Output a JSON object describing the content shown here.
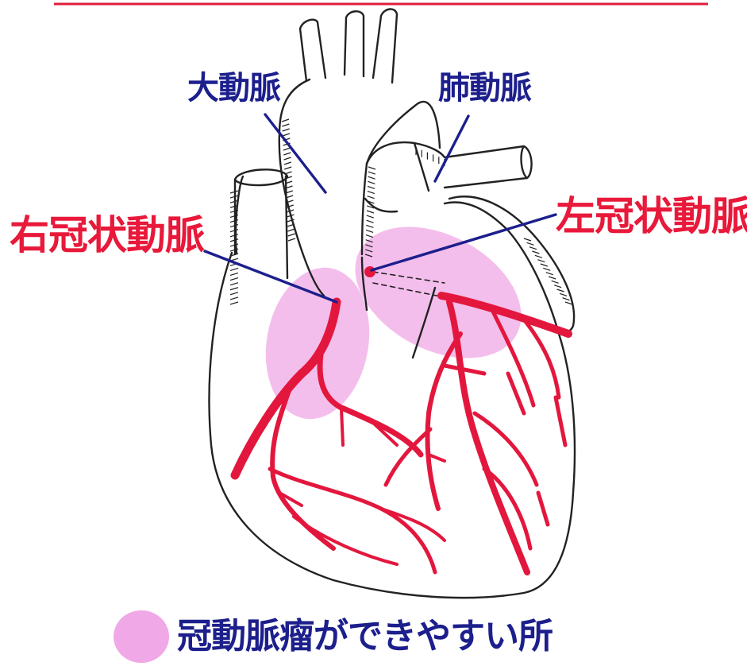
{
  "labels": {
    "aorta": "大動脈",
    "pulmonary_artery": "肺動脈",
    "right_coronary_artery": "右冠状動脈",
    "left_coronary_artery": "左冠状動脈"
  },
  "legend": {
    "text": "冠動脈瘤ができやすい所"
  },
  "colors": {
    "label_blue": "#1c1f8c",
    "label_red": "#e8193a",
    "artery_red": "#e3173d",
    "highlight_pink": "#f0a8e6",
    "outline": "#222222",
    "top_rule": "#e11d3c"
  }
}
